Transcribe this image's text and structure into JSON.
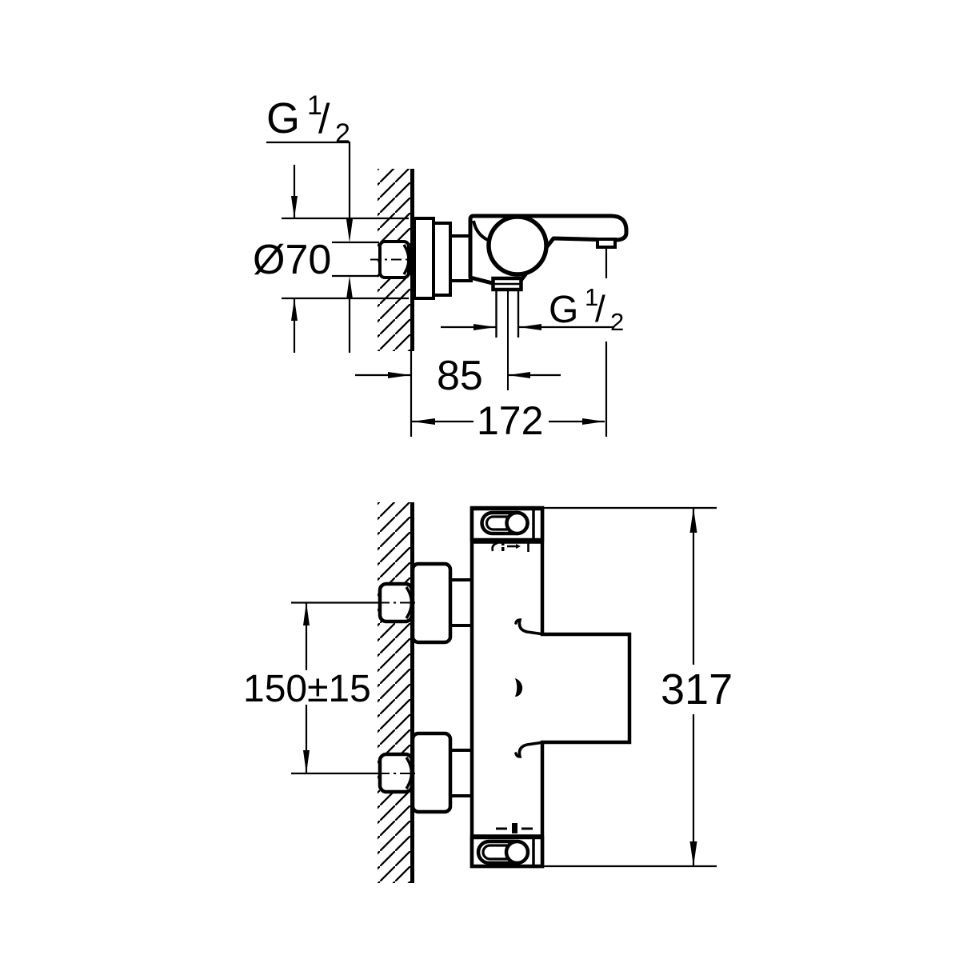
{
  "drawing": {
    "dim_flange_diameter": "Ø70",
    "dim_wall_to_shower_outlet": "85",
    "dim_wall_to_spout_outlet": "172",
    "dim_inlet_spacing": "150±15",
    "dim_total_height": "317",
    "thread_top": {
      "g": "G",
      "num": "1",
      "slash": "/",
      "den": "2"
    },
    "thread_outlet": {
      "g": "G",
      "num": "1",
      "slash": "/",
      "den": "2"
    }
  }
}
